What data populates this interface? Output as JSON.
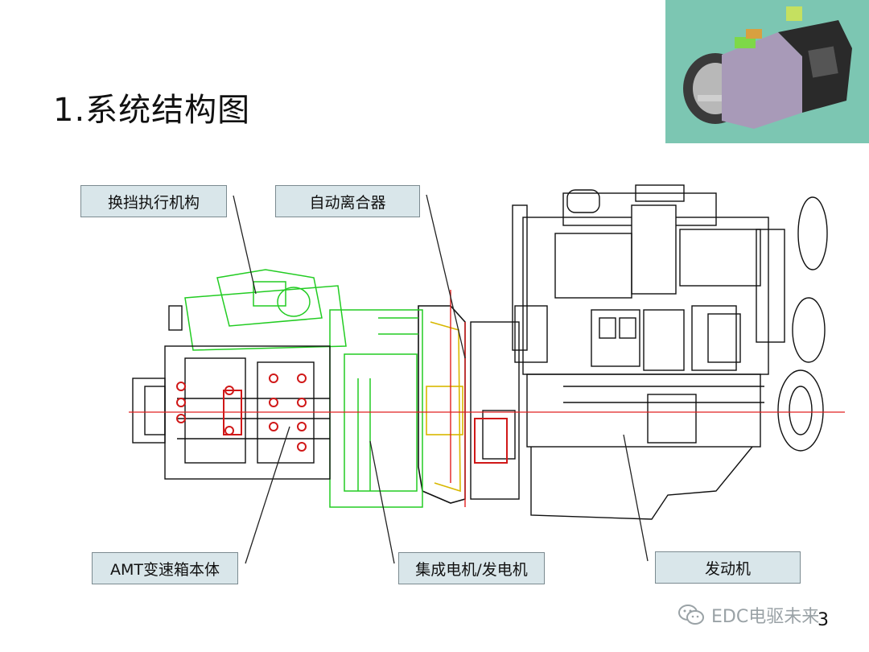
{
  "slide": {
    "title": "1.系统结构图",
    "page_number": "3"
  },
  "labels": {
    "shift_actuator": "换挡执行机构",
    "auto_clutch": "自动离合器",
    "amt_gearbox": "AMT变速箱本体",
    "integrated_motor": "集成电机/发电机",
    "engine": "发动机"
  },
  "watermark": {
    "text": "EDC电驱未来",
    "icon": "wechat-icon"
  },
  "colors": {
    "label_bg": "#d9e6ea",
    "thumb_bg": "#7cc6b2",
    "motor_green": "#22cc22",
    "centerline_red": "#e02020"
  }
}
